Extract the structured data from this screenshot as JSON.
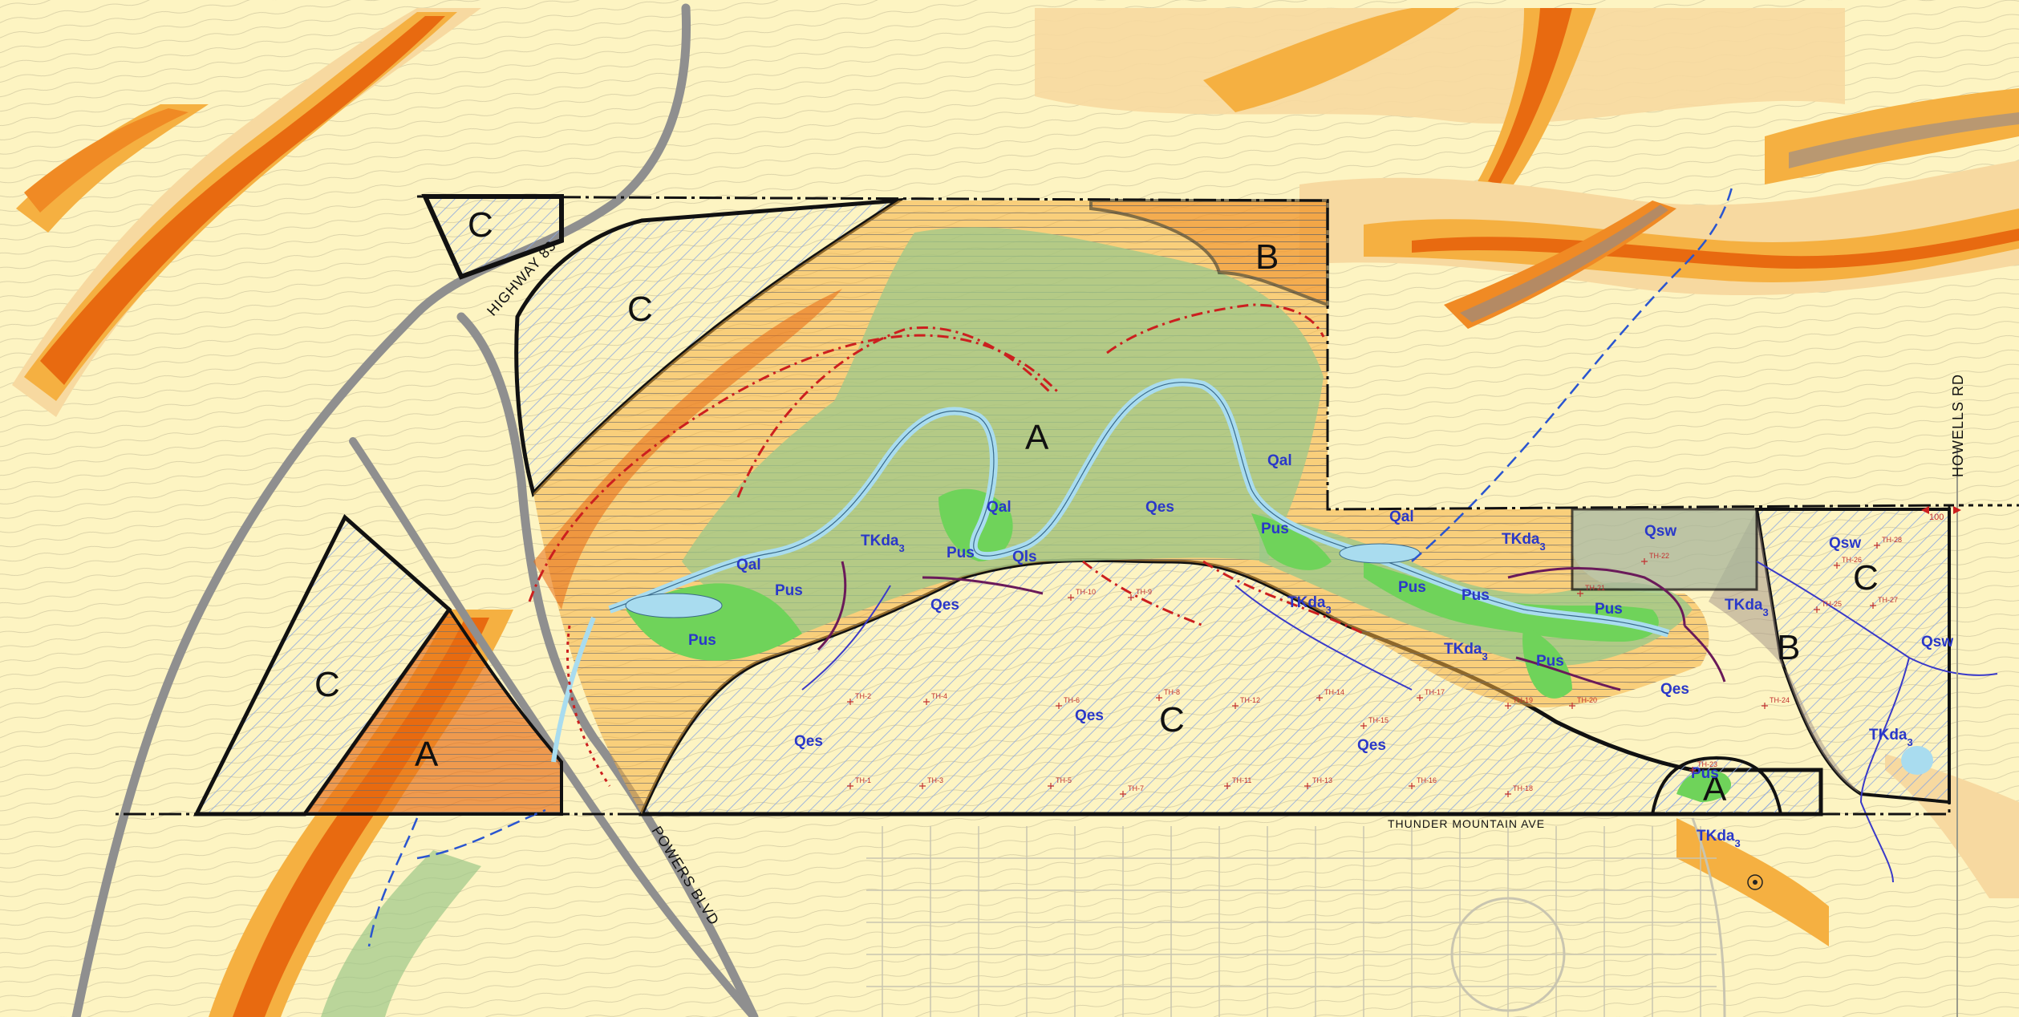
{
  "colors": {
    "background": "#fdf4c2",
    "slope_light": "#f7d9a0",
    "slope_medium": "#f5b041",
    "slope_steep": "#f08a24",
    "slope_very_steep": "#e86a10",
    "hatch_blue": "#8ca8e0",
    "hatch_dark": "#5a5a5a",
    "wetland_green": "#6fd35a",
    "riparian_green": "#9cc889",
    "water_blue": "#a9dcef",
    "road_gray": "#8f8f8f",
    "boundary_black": "#111111",
    "flood_red": "#cc1f1f",
    "geology_blue": "#2a38c9",
    "contour_purple": "#6a1a5a"
  },
  "roads": {
    "highway_83": "HIGHWAY 83",
    "powers_blvd": "POWERS BLVD",
    "howells_rd": "HOWELLS RD",
    "thunder_mountain_ave": "THUNDER MOUNTAIN AVE"
  },
  "zones": {
    "c_north_triangle": "C",
    "c_northwest": "C",
    "c_west": "C",
    "a_west": "A",
    "a_center": "A",
    "b_north": "B",
    "c_south": "C",
    "b_east": "B",
    "c_east": "C",
    "a_southeast": "A"
  },
  "geology_units": {
    "qal_1": "Qal",
    "qal_2": "Qal",
    "qal_3": "Qal",
    "qal_4": "Qal",
    "pus_1": "Pus",
    "pus_2": "Pus",
    "pus_3": "Pus",
    "pus_4": "Pus",
    "pus_5": "Pus",
    "pus_6": "Pus",
    "pus_7": "Pus",
    "pus_8": "Pus",
    "pus_9": "Pus",
    "qls": "Qls",
    "qes_1": "Qes",
    "qes_2": "Qes",
    "qes_3": "Qes",
    "qes_4": "Qes",
    "qes_5": "Qes",
    "qes_6": "Qes",
    "tkda_1": "TKda",
    "tkda_2": "TKda",
    "tkda_3": "TKda",
    "tkda_4": "TKda",
    "tkda_5": "TKda",
    "tkda_6": "TKda",
    "tkda_7": "TKda",
    "qsw_1": "Qsw",
    "qsw_2": "Qsw",
    "qsw_3": "Qsw",
    "tkda_subscript": "3"
  },
  "boreholes": {
    "th_labels": [
      "TH-1",
      "TH-2",
      "TH-3",
      "TH-4",
      "TH-5",
      "TH-6",
      "TH-7",
      "TH-8",
      "TH-9",
      "TH-10",
      "TH-11",
      "TH-12",
      "TH-13",
      "TH-14",
      "TH-15",
      "TH-16",
      "TH-17",
      "TH-18",
      "TH-19",
      "TH-20",
      "TH-21",
      "TH-22",
      "TH-23",
      "TH-24",
      "TH-25",
      "TH-26",
      "TH-27",
      "TH-28"
    ]
  },
  "markers": {
    "flood_elevation": "100"
  }
}
